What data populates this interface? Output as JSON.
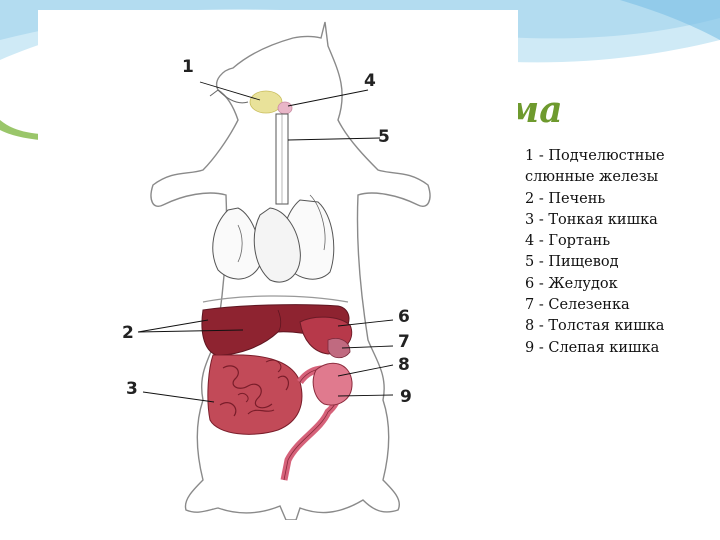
{
  "slide": {
    "title_fragment": "ма",
    "accent_color": "#6e9a2e"
  },
  "diagram": {
    "labels": [
      "1",
      "4",
      "5",
      "6",
      "2",
      "7",
      "8",
      "3",
      "9"
    ]
  },
  "legend": [
    "1 - Подчелюстные слюнные железы",
    "2 - Печень",
    "3 - Тонкая кишка",
    "4 - Гортань",
    "5 - Пищевод",
    "6 - Желудок",
    "7 - Селезенка",
    "8 - Толстая кишка",
    "9 - Слепая кишка"
  ]
}
